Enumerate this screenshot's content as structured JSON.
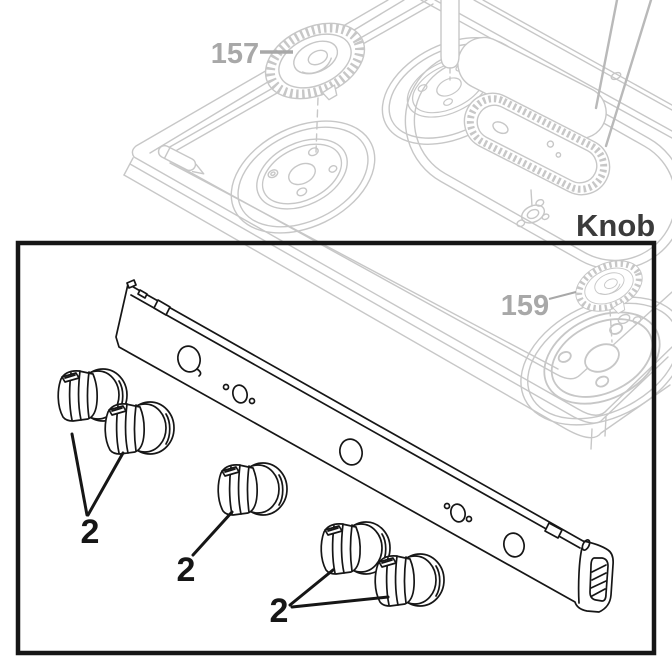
{
  "diagram": {
    "type": "appliance-parts-diagram",
    "subject": "gas cooktop with surface burner caps and control panel knobs",
    "labels": {
      "part157": "157",
      "part159": "159",
      "knob_callout": "Knob",
      "qty_left": "2",
      "qty_center": "2",
      "qty_right": "2"
    },
    "colors": {
      "bg": "#ffffff",
      "line": "#c7c7c7",
      "line-soft": "#d2d2d2",
      "pointer": "#b9b9b9",
      "gray-label": "#a8a8a8",
      "knob-label": "#3b3b3b",
      "ink": "#161616"
    }
  }
}
